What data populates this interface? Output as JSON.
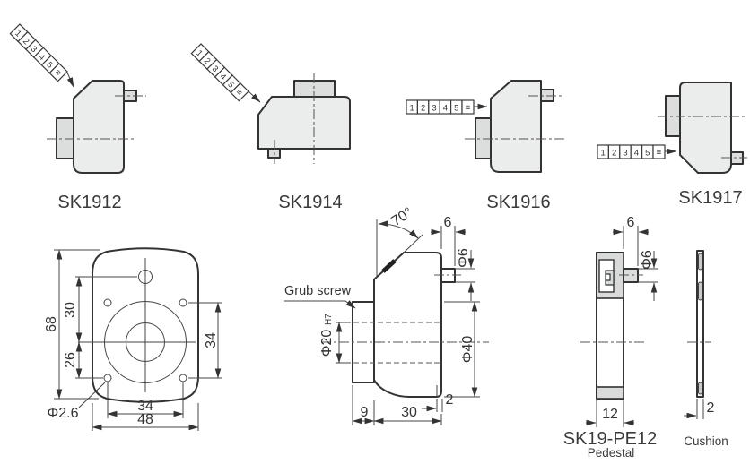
{
  "diagram": {
    "models": [
      {
        "label": "SK1912"
      },
      {
        "label": "SK1914"
      },
      {
        "label": "SK1916"
      },
      {
        "label": "SK1917"
      }
    ],
    "scale_strip": {
      "cells": [
        "1",
        "2",
        "3",
        "4",
        "5",
        "≡"
      ]
    },
    "front_view": {
      "overall_height": "68",
      "top_offset": "30",
      "bottom_offset": "26",
      "hole_pitch_v": "34",
      "hole_pitch_h": "34",
      "overall_width": "48",
      "hole_dia": "Φ2.6"
    },
    "section_view": {
      "angle": "70°",
      "stub_len": "6",
      "stub_dia": "Φ6",
      "grub_screw_label": "Grub screw",
      "bore": "Φ20",
      "bore_tol": "H7",
      "body_dia": "Φ40",
      "collar_len": "9",
      "body_len": "30",
      "lip": "2"
    },
    "pedestal": {
      "stub_len": "6",
      "stub_dia": "Φ6",
      "width": "12",
      "label": "SK19-PE12",
      "sublabel": "Pedestal"
    },
    "cushion": {
      "thickness": "2",
      "label": "Cushion"
    }
  },
  "colors": {
    "background": "#ffffff",
    "line": "#333333",
    "fill_light": "#ebecec",
    "fill_mid": "#dcdedd",
    "fill_dark": "#c9cbca",
    "text": "#3a3a3a"
  }
}
